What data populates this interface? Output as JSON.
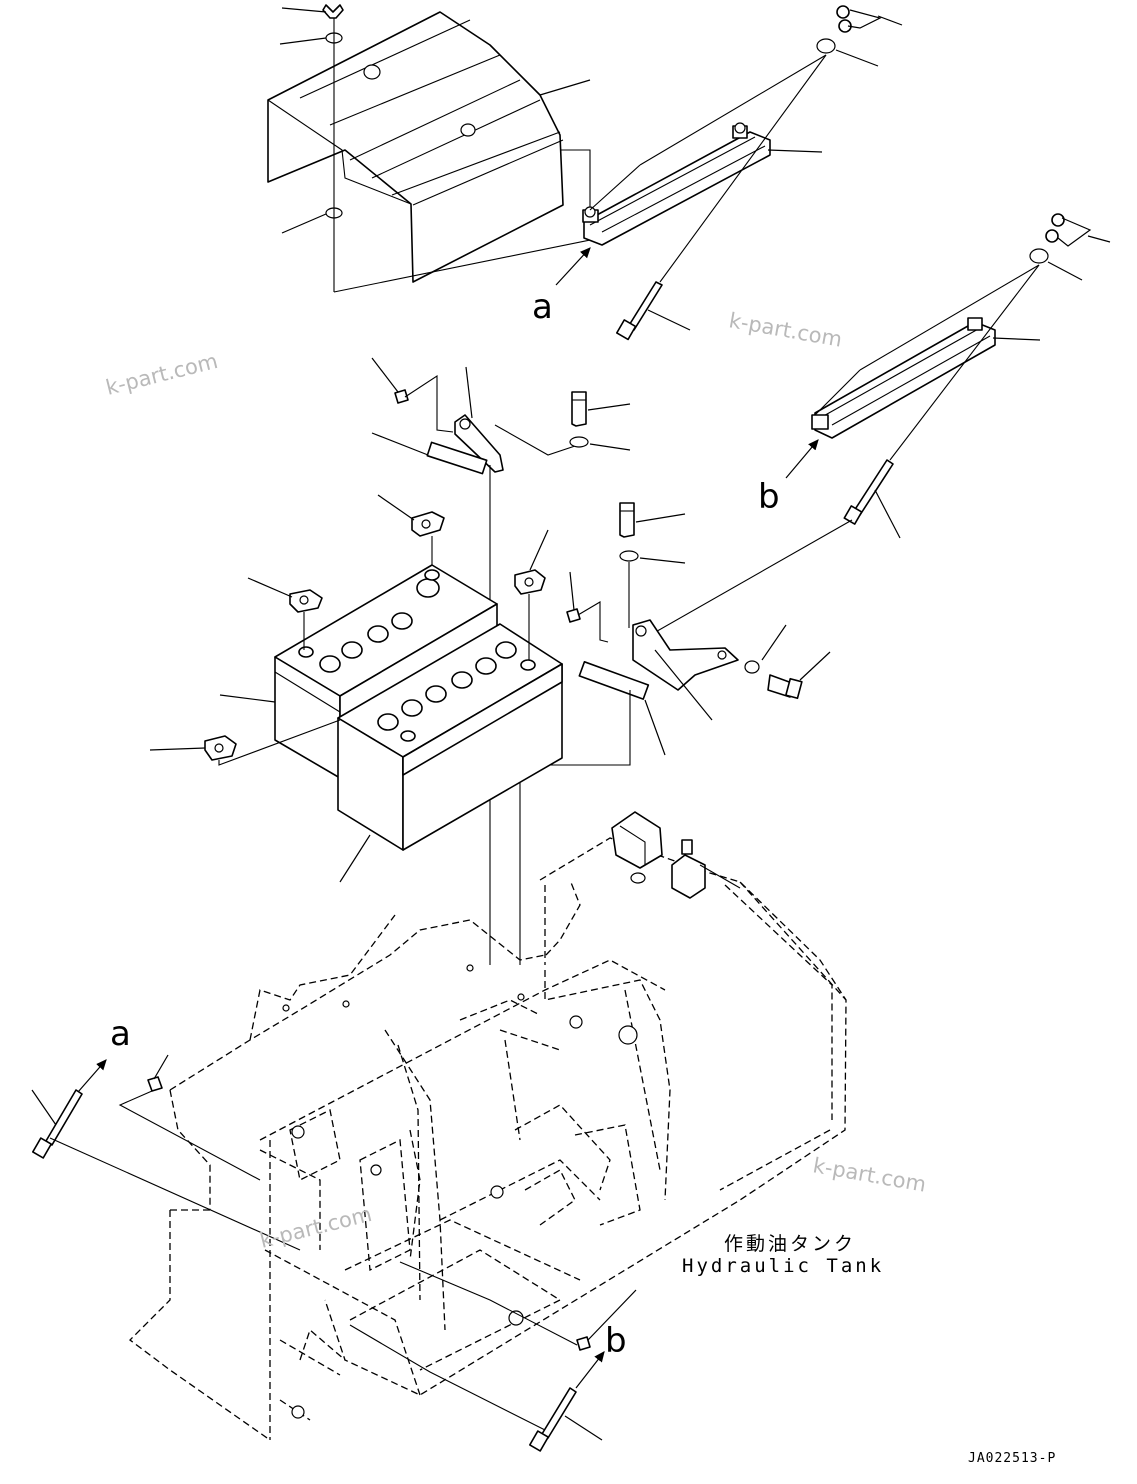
{
  "labels": {
    "ref_a_top": "a",
    "ref_b_mid": "b",
    "ref_a_bottom": "a",
    "ref_b_bottom": "b",
    "tank_label_jp": "作動油タンク",
    "tank_label_en": "Hydraulic Tank",
    "drawing_code": "JA022513-P"
  },
  "watermarks": [
    "k-part.com",
    "k-part.com",
    "k-part.com",
    "k-part.com"
  ]
}
